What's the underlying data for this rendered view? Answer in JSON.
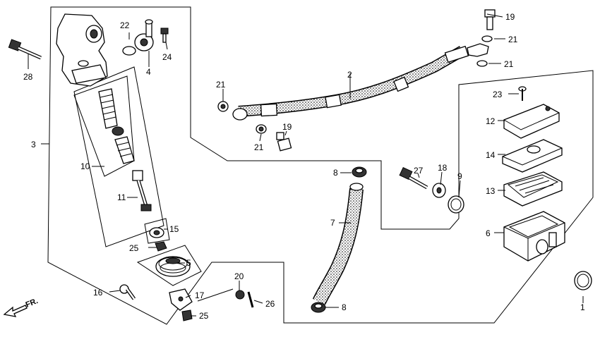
{
  "diagram": {
    "direction_marker": "FR.",
    "callouts": {
      "p1": "1",
      "p2": "2",
      "p3": "3",
      "p4": "4",
      "p5": "5",
      "p6": "6",
      "p7": "7",
      "p8a": "8",
      "p8b": "8",
      "p9": "9",
      "p10": "10",
      "p11": "11",
      "p12": "12",
      "p13": "13",
      "p14": "14",
      "p15": "15",
      "p16": "16",
      "p17": "17",
      "p18": "18",
      "p19a": "19",
      "p19b": "19",
      "p20": "20",
      "p21a": "21",
      "p21b": "21",
      "p21c": "21",
      "p21d": "21",
      "p22": "22",
      "p23": "23",
      "p24": "24",
      "p25a": "25",
      "p25b": "25",
      "p26": "26",
      "p27": "27",
      "p28": "28"
    }
  }
}
